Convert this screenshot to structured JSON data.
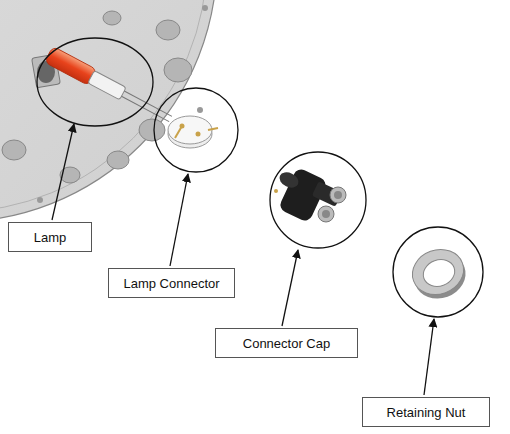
{
  "diagram": {
    "nodes": [
      {
        "text": [
          "Lamp"
        ]
      },
      {
        "text": [
          "Lamp Connector"
        ]
      },
      {
        "text": [
          "Connector Cap"
        ]
      },
      {
        "text": [
          "Retaining Nut"
        ]
      }
    ]
  }
}
